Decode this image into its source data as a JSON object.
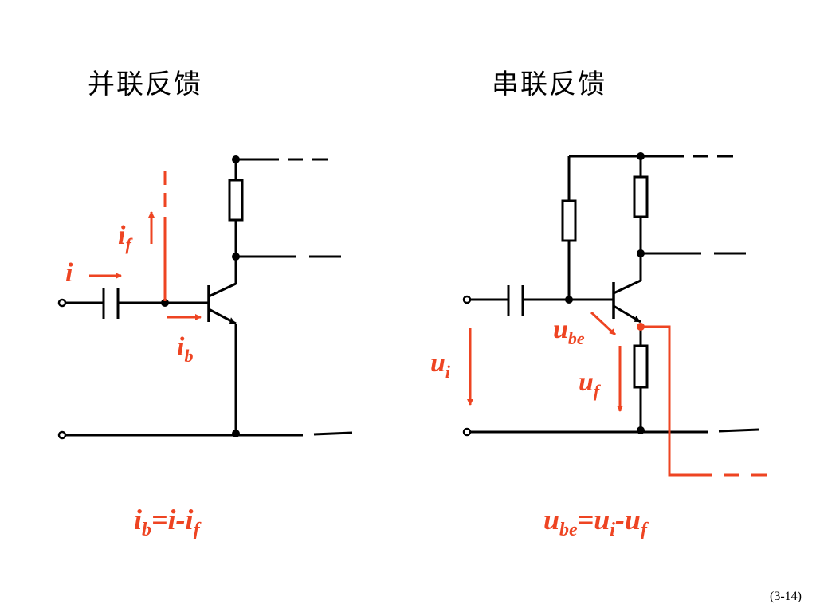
{
  "titles": {
    "left": "并联反馈",
    "right": "串联反馈"
  },
  "left_labels": {
    "i": "i",
    "if_main": "i",
    "if_sub": "f",
    "ib_main": "i",
    "ib_sub": "b"
  },
  "right_labels": {
    "ube_main": "u",
    "ube_sub": "be",
    "ui_main": "u",
    "ui_sub": "i",
    "uf_main": "u",
    "uf_sub": "f"
  },
  "equations": {
    "left": {
      "t1": "i",
      "s1": "b",
      "op1": "=",
      "t2": "i",
      "op2": "-",
      "t3": "i",
      "s3": "f"
    },
    "right": {
      "t1": "u",
      "s1": "be",
      "op1": "=",
      "t2": "u",
      "s2": "i",
      "op2": "-",
      "t3": "u",
      "s3": "f"
    }
  },
  "page_number": "(3-14)",
  "colors": {
    "wire": "#000000",
    "feedback": "#ee4422"
  }
}
